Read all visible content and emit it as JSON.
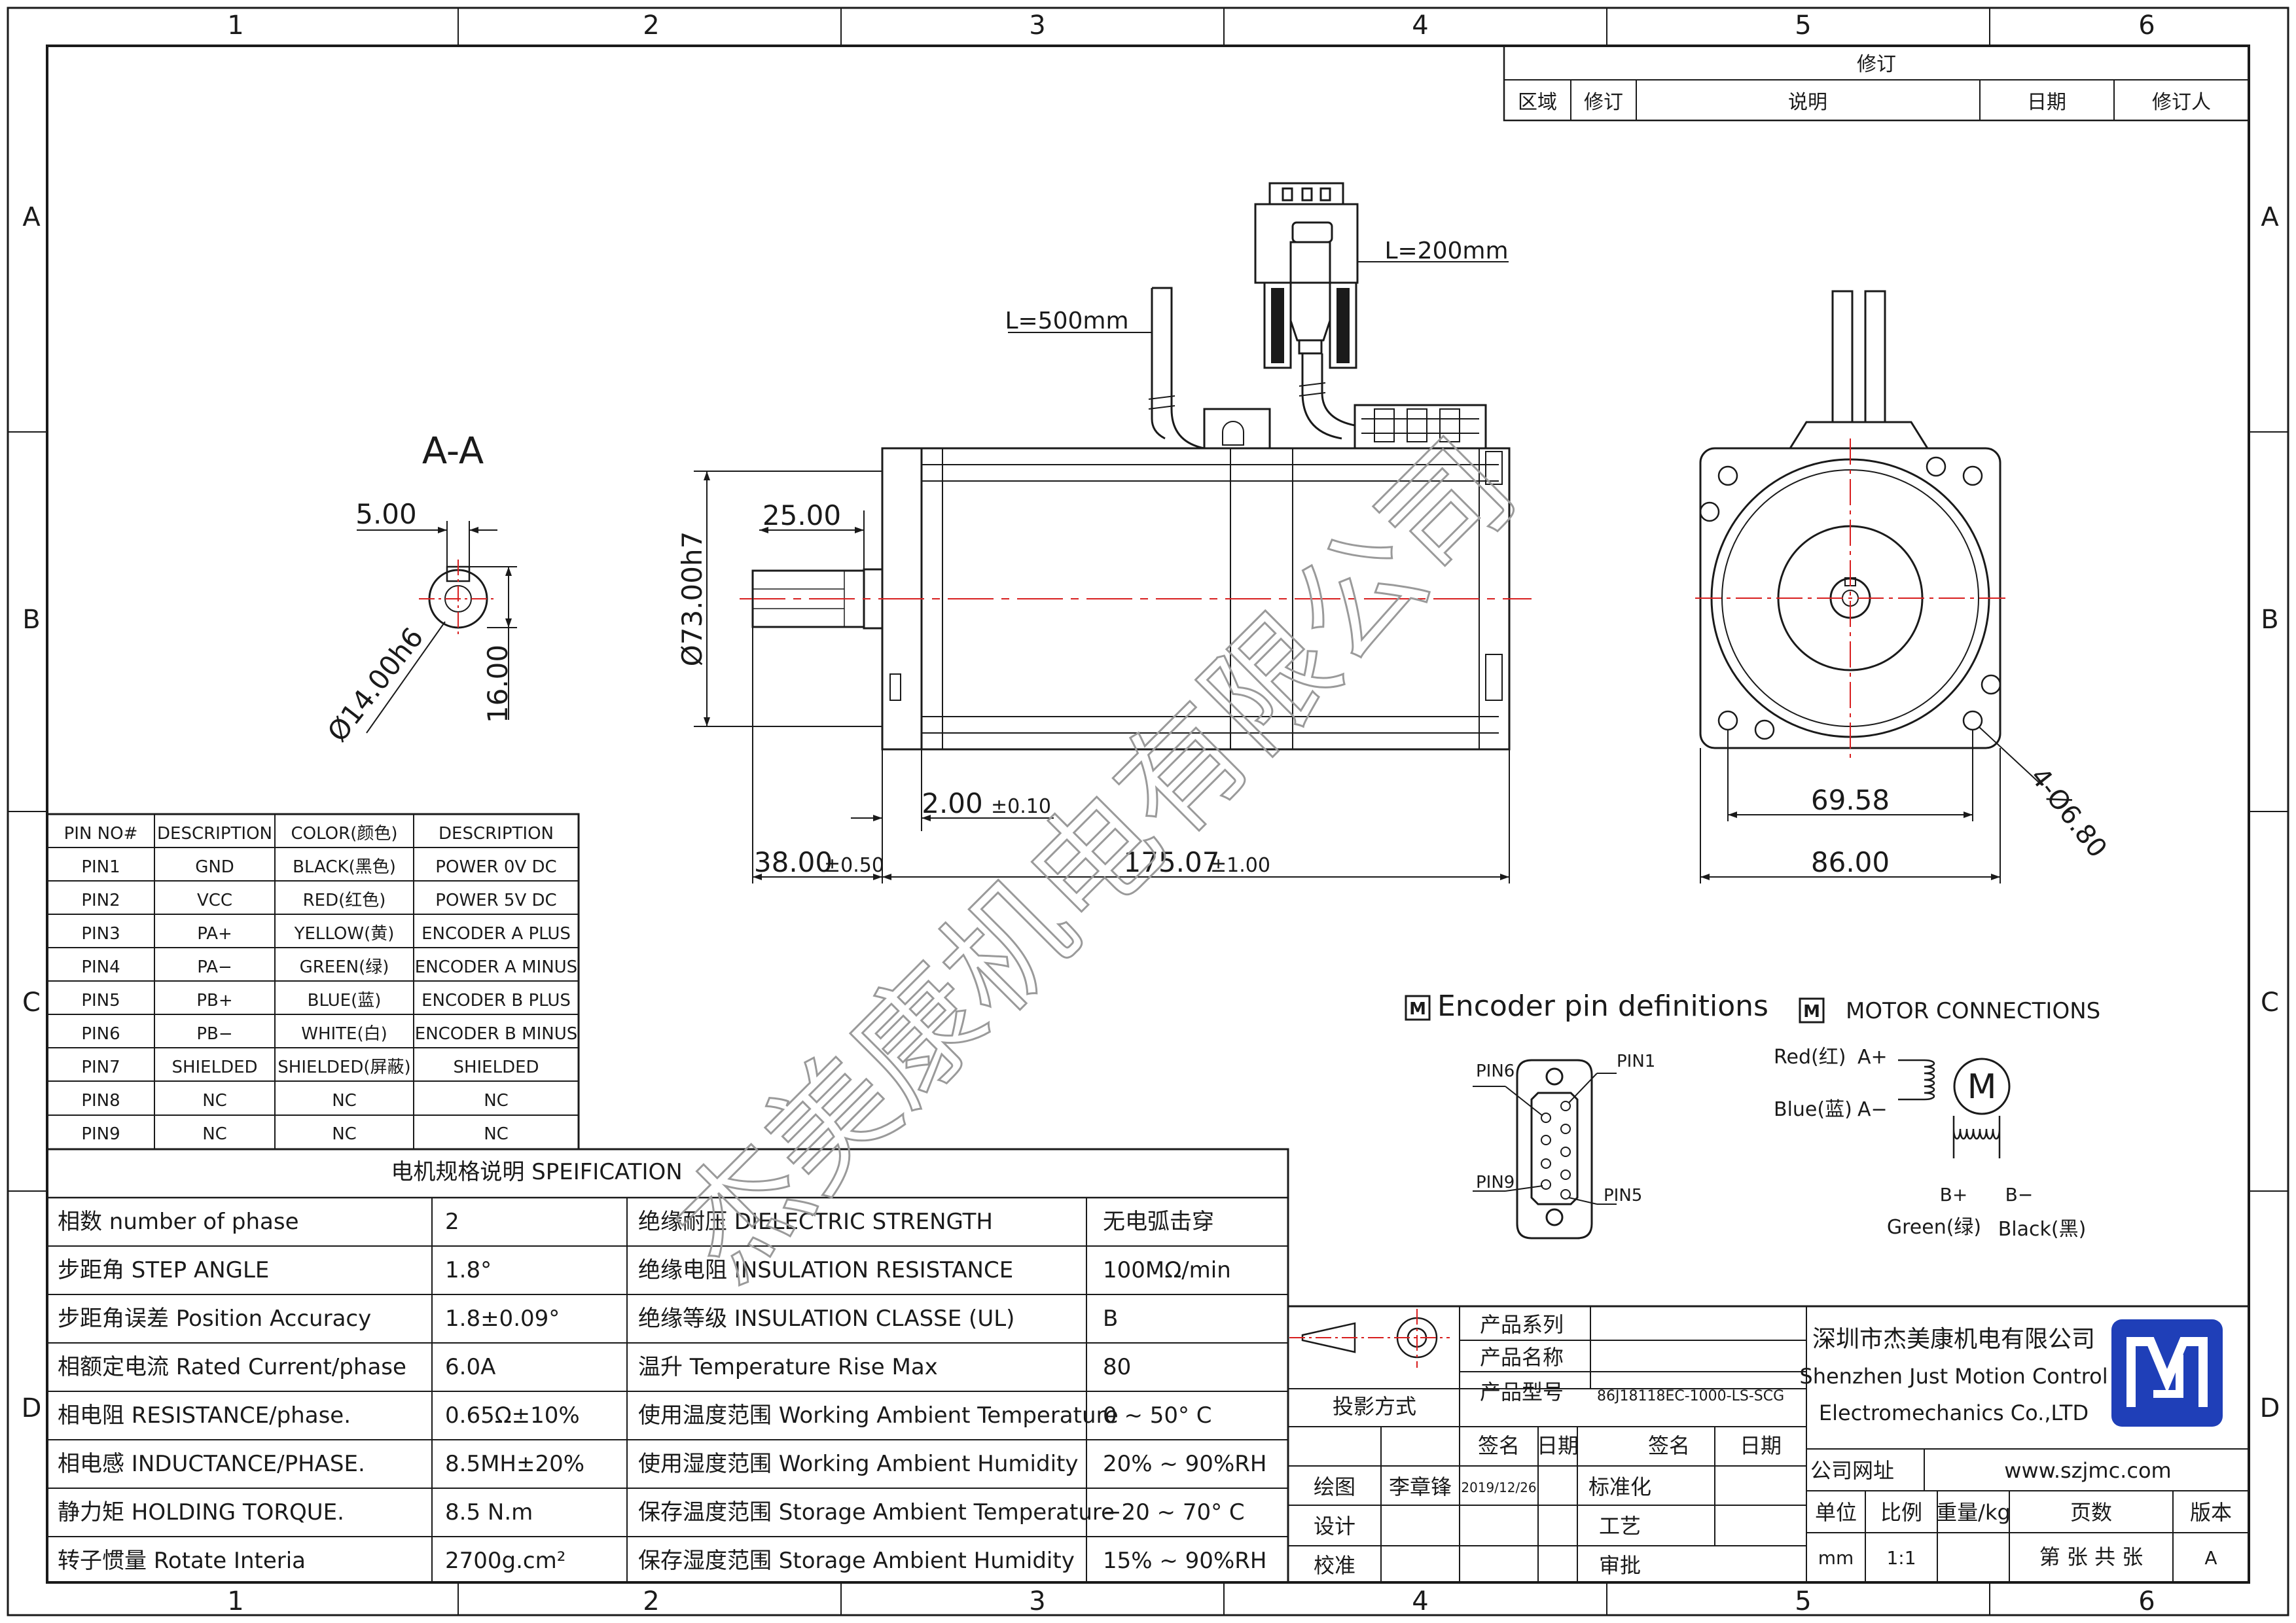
{
  "frame": {
    "columns": [
      "1",
      "2",
      "3",
      "4",
      "5",
      "6"
    ],
    "rows": [
      "A",
      "B",
      "C",
      "D"
    ]
  },
  "revision_table": {
    "title": "修订",
    "headers": [
      "区域",
      "修订",
      "说明",
      "日期",
      "修订人"
    ]
  },
  "section_view": {
    "title": "A-A",
    "key_width": "5.00",
    "shaft_dia": "Ø14.00h6",
    "key_depth": "16.00"
  },
  "side_view": {
    "cable_encoder": "L=200mm",
    "cable_motor": "L=500mm",
    "flange_dia": "Ø73.00h7",
    "shaft_len": "25.00",
    "flange_thk": "2.00",
    "flange_thk_tol": "±0.10",
    "shaft_total": "38.00",
    "shaft_total_tol": "±0.50",
    "body_len": "175.07",
    "body_len_tol": "±1.00"
  },
  "front_view": {
    "hole_spacing": "69.58",
    "frame_size": "86.00",
    "holes": "4-Ø6.80"
  },
  "pin_table": {
    "headers": [
      "PIN NO#",
      "DESCRIPTION",
      "COLOR(颜色)",
      "DESCRIPTION"
    ],
    "rows": [
      [
        "PIN1",
        "GND",
        "BLACK(黑色)",
        "POWER 0V DC"
      ],
      [
        "PIN2",
        "VCC",
        "RED(红色)",
        "POWER 5V DC"
      ],
      [
        "PIN3",
        "PA+",
        "YELLOW(黄)",
        "ENCODER A PLUS"
      ],
      [
        "PIN4",
        "PA−",
        "GREEN(绿)",
        "ENCODER A MINUS"
      ],
      [
        "PIN5",
        "PB+",
        "BLUE(蓝)",
        "ENCODER B PLUS"
      ],
      [
        "PIN6",
        "PB−",
        "WHITE(白)",
        "ENCODER B MINUS"
      ],
      [
        "PIN7",
        "SHIELDED",
        "SHIELDED(屏蔽)",
        "SHIELDED"
      ],
      [
        "PIN8",
        "NC",
        "NC",
        "NC"
      ],
      [
        "PIN9",
        "NC",
        "NC",
        "NC"
      ]
    ]
  },
  "spec_table": {
    "title": "电机规格说明 SPEIFICATION",
    "rows": [
      [
        "相数 number of phase",
        "2",
        "绝缘耐压 DIELECTRIC STRENGTH",
        "无电弧击穿"
      ],
      [
        "步距角 STEP ANGLE",
        "1.8°",
        "绝缘电阻 INSULATION RESISTANCE",
        "100MΩ/min"
      ],
      [
        "步距角误差 Position Accuracy",
        "1.8±0.09°",
        "绝缘等级 INSULATION CLASSE (UL)",
        "B"
      ],
      [
        "相额定电流 Rated Current/phase",
        "6.0A",
        "温升 Temperature Rise Max",
        "80"
      ],
      [
        "相电阻 RESISTANCE/phase.",
        "0.65Ω±10%",
        "使用温度范围 Working Ambient Temperature",
        "0 ~ 50° C"
      ],
      [
        "相电感 INDUCTANCE/PHASE.",
        "8.5MH±20%",
        "使用湿度范围 Working Ambient Humidity",
        "20% ~ 90%RH"
      ],
      [
        "静力矩 HOLDING TORQUE.",
        "8.5 N.m",
        "保存温度范围 Storage Ambient Temperature",
        "−20 ~ 70° C"
      ],
      [
        "转子惯量 Rotate Interia",
        "2700g.cm²",
        "保存湿度范围 Storage Ambient Humidity",
        "15% ~ 90%RH"
      ]
    ]
  },
  "encoder_pins": {
    "title": "Encoder pin definitions",
    "pin1": "PIN1",
    "pin5": "PIN5",
    "pin6": "PIN6",
    "pin9": "PIN9"
  },
  "motor_connections": {
    "title": "MOTOR CONNECTIONS",
    "red": "Red(红)",
    "blue": "Blue(蓝)",
    "a_plus": "A+",
    "a_minus": "A−",
    "b_plus": "B+",
    "b_minus": "B−",
    "green": "Green(绿)",
    "black": "Black(黑)",
    "motor": "M"
  },
  "title_block": {
    "projection": "投影方式",
    "product_series_label": "产品系列",
    "product_name_label": "产品名称",
    "product_model_label": "产品型号",
    "product_model": "86J18118EC-1000-LS-SCG",
    "sign_label": "签名",
    "date_label": "日期",
    "drawn_label": "绘图",
    "drawn_by": "李章锋",
    "drawn_date": "2019/12/26",
    "standard_label": "标准化",
    "design_label": "设计",
    "process_label": "工艺",
    "check_label": "校准",
    "approve_label": "审批",
    "company_cn": "深圳市杰美康机电有限公司",
    "company_en1": "Shenzhen Just Motion Control",
    "company_en2": "Electromechanics Co.,LTD",
    "website_label": "公司网址",
    "website": "www.szjmc.com",
    "unit_label": "单位",
    "scale_label": "比例",
    "weight_label": "重量/kg",
    "pages_label": "页数",
    "version_label": "版本",
    "unit": "mm",
    "scale": "1:1",
    "pages": "第 张 共 张",
    "version": "A"
  },
  "watermark": "杰美康机电有限公司",
  "colors": {
    "line": "#1a1a1a",
    "centerline": "#d81e1e",
    "logo": "#1f3fb8",
    "watermark": "#9a9a9a"
  }
}
